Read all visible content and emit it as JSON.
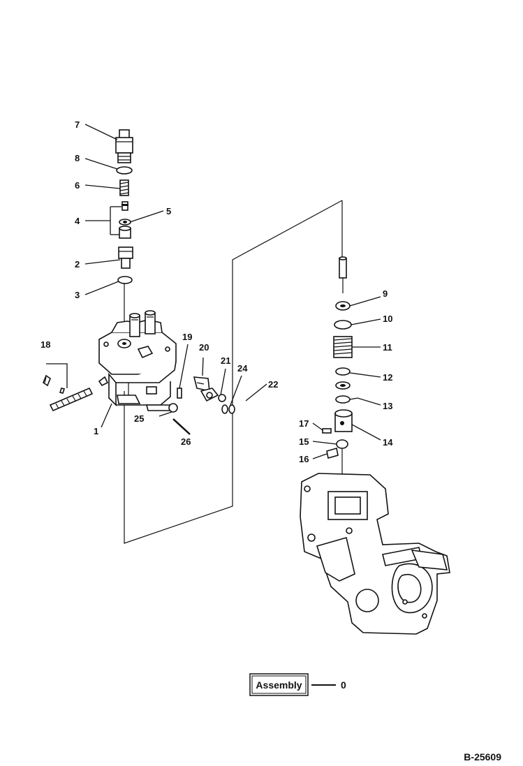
{
  "diagram": {
    "figure_id": "B-25609",
    "assembly": {
      "label": "Assembly",
      "number": "0"
    },
    "callouts": [
      "1",
      "2",
      "3",
      "4",
      "5",
      "6",
      "7",
      "8",
      "9",
      "10",
      "11",
      "12",
      "13",
      "14",
      "15",
      "16",
      "17",
      "18",
      "19",
      "20",
      "21",
      "22",
      "24",
      "25",
      "26"
    ]
  }
}
